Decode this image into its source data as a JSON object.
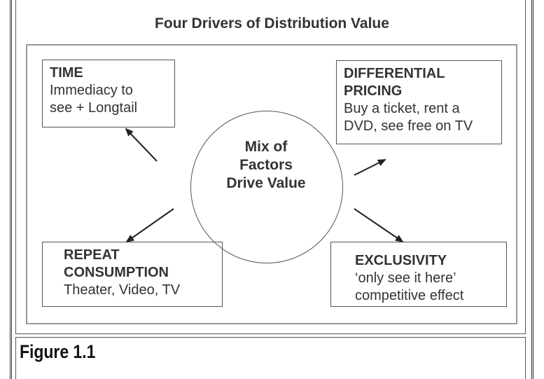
{
  "title": "Four Drivers of Distribution Value",
  "center": {
    "lines": [
      "Mix of",
      "Factors",
      "Drive Value"
    ]
  },
  "drivers": [
    {
      "id": "time",
      "heading": [
        "TIME"
      ],
      "body": [
        "Immediacy to",
        "see + Longtail"
      ]
    },
    {
      "id": "differential-pricing",
      "heading": [
        "DIFFERENTIAL",
        "PRICING"
      ],
      "body": [
        "Buy a ticket, rent a",
        "DVD, see free on TV"
      ]
    },
    {
      "id": "repeat-consumption",
      "heading": [
        "REPEAT",
        "CONSUMPTION"
      ],
      "body": [
        "Theater, Video, TV"
      ]
    },
    {
      "id": "exclusivity",
      "heading": [
        "EXCLUSIVITY"
      ],
      "body": [
        "‘only see it here’",
        "competitive effect"
      ]
    }
  ],
  "caption": "Figure 1.1"
}
